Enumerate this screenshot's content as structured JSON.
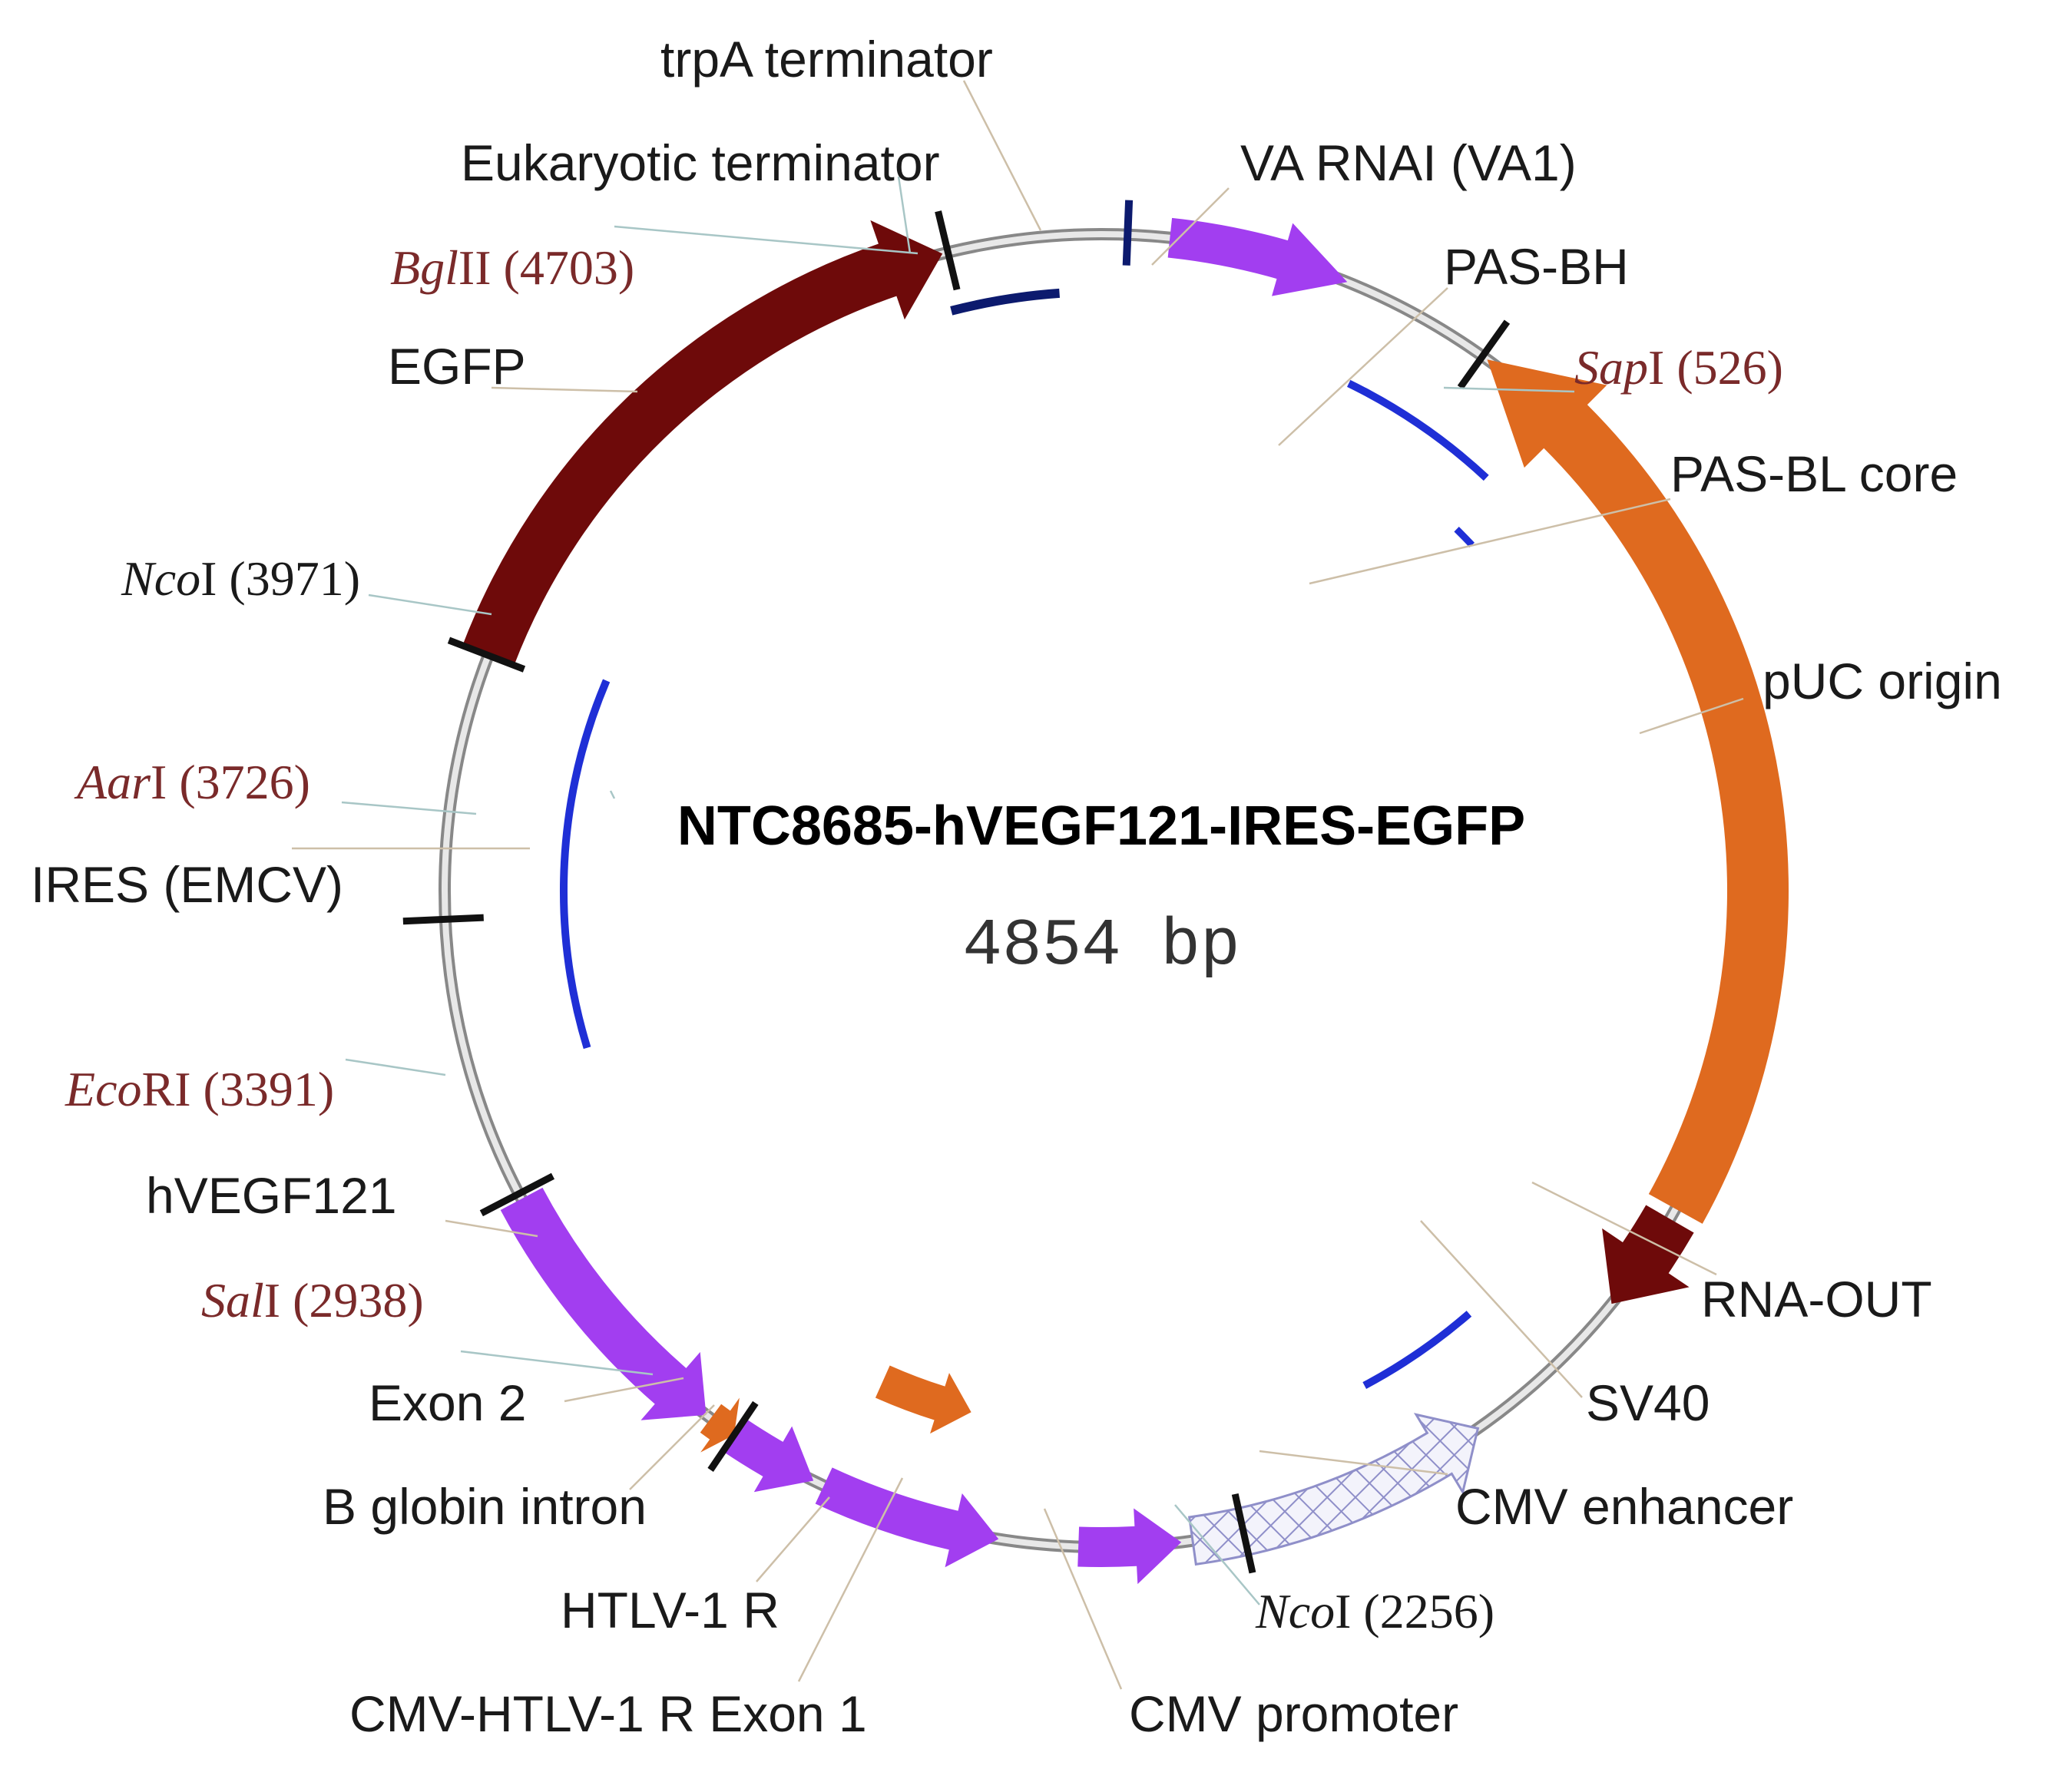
{
  "plasmid": {
    "name": "NTC8685-hVEGF121-IRES-EGFP",
    "size_label": "4854 bp"
  },
  "colors": {
    "backbone": "#b9b9b9",
    "purple": "#a23ef0",
    "orange": "#df6a1f",
    "maroon": "#6e0a0a",
    "navy": "#0c1a6e",
    "blue": "#1f2fd6",
    "hatch": "#8f8fc9"
  },
  "features": {
    "trpa": "trpA terminator",
    "euk": "Eukaryotic terminator",
    "va1": "VA RNAI (VA1)",
    "pasbh": "PAS-BH",
    "pasbl": "PAS-BL core",
    "puc": "pUC origin",
    "rnaout": "RNA-OUT",
    "sv40": "SV40",
    "cmvenh": "CMV enhancer",
    "cmvprom": "CMV promoter",
    "cmvhtlv": "CMV-HTLV-1 R Exon 1",
    "htlv": "HTLV-1 R",
    "bglobin": "B globin intron",
    "exon2": "Exon 2",
    "hvegf": "hVEGF121",
    "ires": "IRES (EMCV)",
    "egfp": "EGFP"
  },
  "sites": {
    "bglii": {
      "enzyme": "Bgl",
      "suffix": "II",
      "pos": "(4703)"
    },
    "sapi": {
      "enzyme": "Sap",
      "suffix": "I",
      "pos": "(526)"
    },
    "ncoi_3971": {
      "enzyme": "Nco",
      "suffix": "I",
      "pos": "(3971)"
    },
    "aari": {
      "enzyme": "Aar",
      "suffix": "I",
      "pos": "(3726)"
    },
    "ecori": {
      "enzyme": "Eco",
      "suffix": "RI",
      "pos": "(3391)"
    },
    "sali": {
      "enzyme": "Sal",
      "suffix": "I",
      "pos": "(2938)"
    },
    "ncoi_2256": {
      "enzyme": "Nco",
      "suffix": "I",
      "pos": "(2256)"
    }
  }
}
